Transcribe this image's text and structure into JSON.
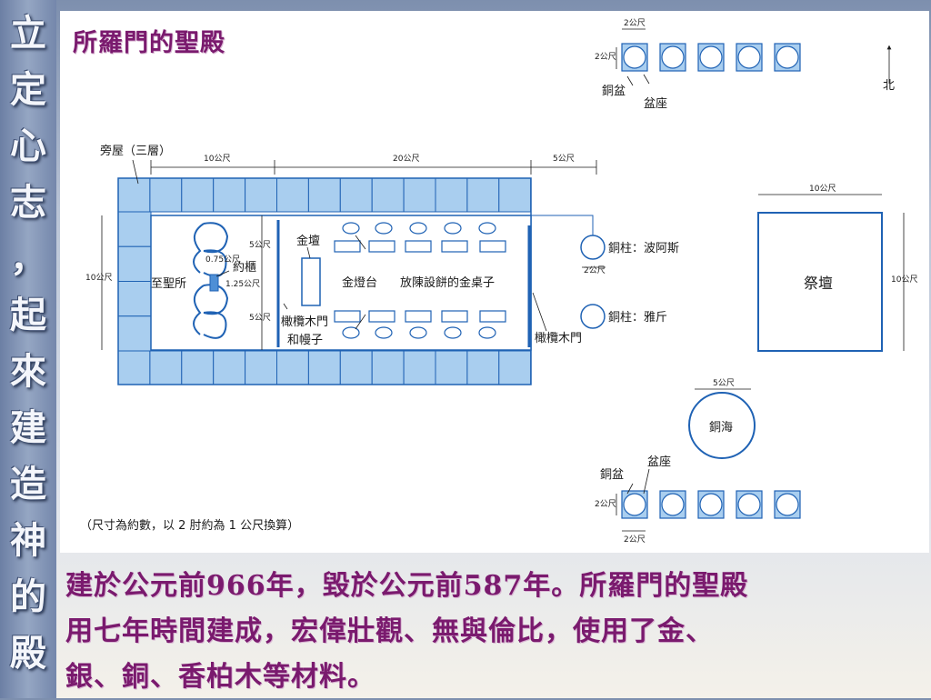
{
  "banner": {
    "chars": [
      "立",
      "定",
      "心",
      "志",
      "，",
      "起",
      "來",
      "建",
      "造",
      "神",
      "的",
      "殿"
    ]
  },
  "title": "所羅門的聖殿",
  "caption": {
    "lines": [
      "建於公元前966年，毀於公元前587年。所羅門的聖殿",
      "用七年時間建成，宏偉壯觀、無與倫比，使用了金、",
      "銀、銅、香柏木等材料。"
    ]
  },
  "diagram": {
    "colors": {
      "fill": "#a9ceef",
      "stroke": "#1f62b4",
      "line": "#1a1a1a"
    },
    "labels": {
      "side_rooms": "旁屋（三層）",
      "dim_10m_top": "10公尺",
      "dim_20m_top": "20公尺",
      "dim_5m_top": "5公尺",
      "dim_10m_left": "10公尺",
      "dim_5m_upper": "5公尺",
      "dim_5m_lower": "5公尺",
      "dim_075": "0.75公尺",
      "dim_125": "1.25公尺",
      "holy_of_holies": "至聖所",
      "ark": "約櫃",
      "altar_incense": "金壇",
      "lampstands": "金燈台",
      "showbread_tables": "放陳設餅的金桌子",
      "olive_door_veil_1": "橄欖木門",
      "olive_door_veil_2": "和幔子",
      "olive_door": "橄欖木門",
      "pillar_boaz": "銅柱：波阿斯",
      "pillar_jachin": "銅柱：雅斤",
      "dim_2m_pillar": "2公尺",
      "altar": "祭壇",
      "dim_10m_altar_top": "10公尺",
      "dim_10m_altar_right": "10公尺",
      "sea": "銅海",
      "dim_5m_sea": "5公尺",
      "basin_top": "銅盆",
      "stand_top": "盆座",
      "dim_2m_a": "2公尺",
      "dim_2m_b": "2公尺",
      "basin_bottom": "銅盆",
      "stand_bottom": "盆座",
      "dim_2m_c": "2公尺",
      "dim_2m_d": "2公尺",
      "north": "北",
      "note": "（尺寸為約數，以 2 肘約為 1 公尺換算）"
    }
  }
}
